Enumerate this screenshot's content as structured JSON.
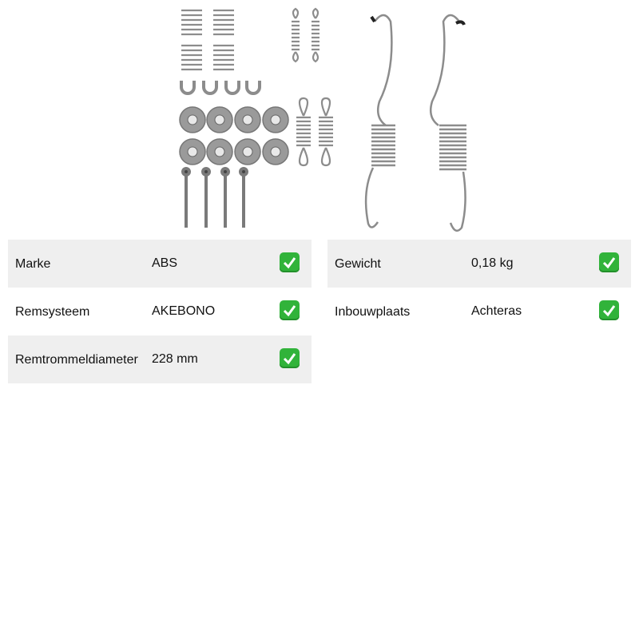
{
  "product": {
    "image_icon": "brake-shoe-accessory-kit-image"
  },
  "specs_left": [
    {
      "label": "Marke",
      "value": "ABS",
      "check_icon": "check-mark-icon"
    },
    {
      "label": "Remsysteem",
      "value": "AKEBONO",
      "check_icon": "check-mark-icon"
    },
    {
      "label": "Remtrommeldiameter",
      "value": "228 mm",
      "check_icon": "check-mark-icon"
    }
  ],
  "specs_right": [
    {
      "label": "Gewicht",
      "value": "0,18 kg",
      "check_icon": "check-mark-icon"
    },
    {
      "label": "Inbouwplaats",
      "value": "Achteras",
      "check_icon": "check-mark-icon"
    }
  ],
  "colors": {
    "row_shaded": "#efefef",
    "check_green": "#31b33a",
    "spring_gray": "#9a9a9a"
  }
}
